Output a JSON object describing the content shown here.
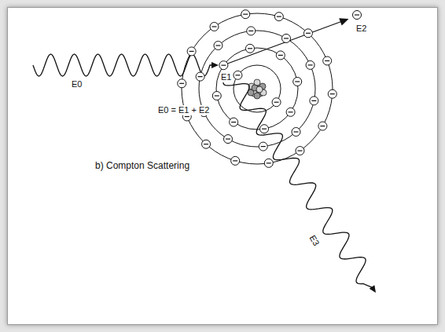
{
  "diagram": {
    "caption": "b) Compton Scattering",
    "labels": [
      "E0",
      "E1",
      "E2",
      "E0 = E1 + E2",
      "E3"
    ]
  }
}
